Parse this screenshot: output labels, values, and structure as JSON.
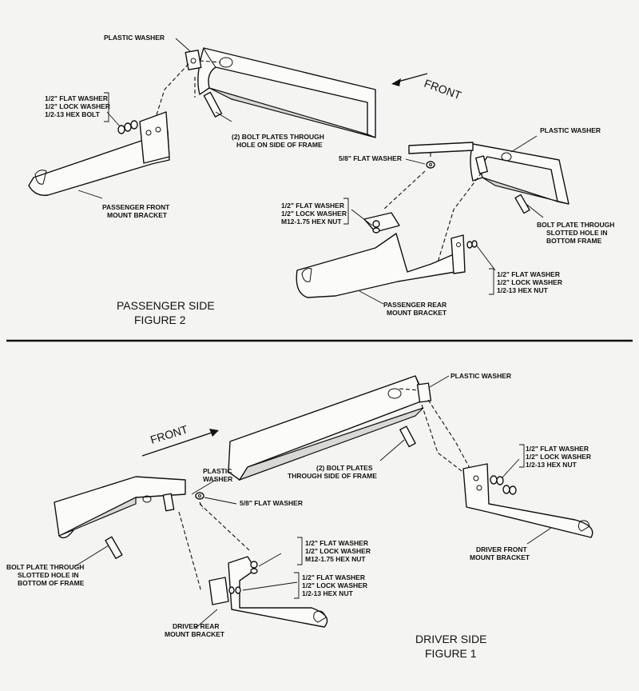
{
  "figure2": {
    "title": "PASSENGER SIDE",
    "subtitle": "FIGURE 2",
    "front_label": "FRONT",
    "labels": {
      "plastic_washer_top": "PLASTIC WASHER",
      "front_stack": [
        "1/2\" FLAT WASHER",
        "1/2\" LOCK WASHER",
        "1/2-13 HEX BOLT"
      ],
      "bolt_plates": [
        "(2) BOLT PLATES THROUGH",
        "HOLE ON SIDE OF FRAME"
      ],
      "front_bracket": [
        "PASSENGER FRONT",
        "MOUNT BRACKET"
      ],
      "plastic_washer_right": "PLASTIC WASHER",
      "flat_58": "5/8\" FLAT WASHER",
      "rear_stack_top": [
        "1/2\" FLAT WASHER",
        "1/2\" LOCK WASHER",
        "M12-1.75 HEX NUT"
      ],
      "bolt_plate_slotted": [
        "BOLT PLATE THROUGH",
        "SLOTTED HOLE IN",
        "BOTTOM FRAME"
      ],
      "rear_stack_side": [
        "1/2\" FLAT WASHER",
        "1/2\" LOCK WASHER",
        "1/2-13 HEX NUT"
      ],
      "rear_bracket": [
        "PASSENGER REAR",
        "MOUNT BRACKET"
      ]
    }
  },
  "figure1": {
    "title": "DRIVER SIDE",
    "subtitle": "FIGURE 1",
    "front_label": "FRONT",
    "labels": {
      "plastic_washer_top": "PLASTIC WASHER",
      "front_stack": [
        "1/2\" FLAT WASHER",
        "1/2\" LOCK WASHER",
        "1/2-13 HEX NUT"
      ],
      "bolt_plates": [
        "(2) BOLT PLATES",
        "THROUGH SIDE OF FRAME"
      ],
      "plastic_washer_left": [
        "PLASTIC",
        "WASHER"
      ],
      "flat_58": "5/8\" FLAT WASHER",
      "bolt_plate_slotted": [
        "BOLT PLATE THROUGH",
        "SLOTTED HOLE IN",
        "BOTTOM OF FRAME"
      ],
      "rear_stack_top": [
        "1/2\" FLAT WASHER",
        "1/2\" LOCK WASHER",
        "M12-1.75 HEX NUT"
      ],
      "rear_stack_side": [
        "1/2\" FLAT WASHER",
        "1/2\" LOCK WASHER",
        "1/2-13 HEX NUT"
      ],
      "front_bracket": [
        "DRIVER FRONT",
        "MOUNT BRACKET"
      ],
      "rear_bracket": [
        "DRIVER REAR",
        "MOUNT BRACKET"
      ]
    }
  }
}
